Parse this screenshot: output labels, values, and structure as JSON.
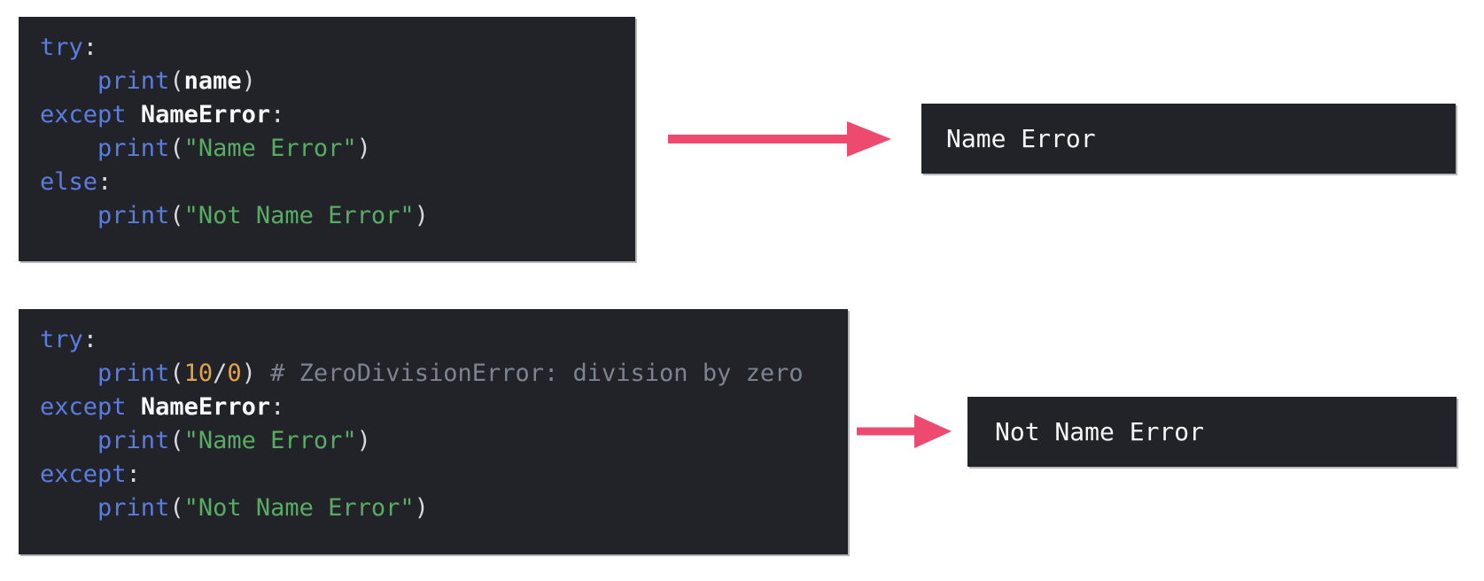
{
  "colors": {
    "page_bg": "#ffffff",
    "code_bg": "#212329",
    "keyword": "#5b7dde",
    "identifier": "#f8f8f8",
    "string": "#58ad63",
    "number": "#e3a348",
    "comment": "#7d8490",
    "punct": "#d6d9df",
    "arrow": "#ee4a70",
    "output_text": "#f6f7f9"
  },
  "examples": [
    {
      "name": "try-except-else",
      "code_lines": [
        [
          {
            "t": "try",
            "c": "kw"
          },
          {
            "t": ":",
            "c": "pun"
          }
        ],
        [
          {
            "t": "    ",
            "c": "ws"
          },
          {
            "t": "print",
            "c": "kw"
          },
          {
            "t": "(",
            "c": "pun"
          },
          {
            "t": "name",
            "c": "id"
          },
          {
            "t": ")",
            "c": "pun"
          }
        ],
        [
          {
            "t": "except",
            "c": "kw"
          },
          {
            "t": " ",
            "c": "ws"
          },
          {
            "t": "NameError",
            "c": "id"
          },
          {
            "t": ":",
            "c": "pun"
          }
        ],
        [
          {
            "t": "    ",
            "c": "ws"
          },
          {
            "t": "print",
            "c": "kw"
          },
          {
            "t": "(",
            "c": "pun"
          },
          {
            "t": "\"Name Error\"",
            "c": "str"
          },
          {
            "t": ")",
            "c": "pun"
          }
        ],
        [
          {
            "t": "else",
            "c": "kw"
          },
          {
            "t": ":",
            "c": "pun"
          }
        ],
        [
          {
            "t": "    ",
            "c": "ws"
          },
          {
            "t": "print",
            "c": "kw"
          },
          {
            "t": "(",
            "c": "pun"
          },
          {
            "t": "\"Not Name Error\"",
            "c": "str"
          },
          {
            "t": ")",
            "c": "pun"
          }
        ]
      ],
      "output": "Name Error"
    },
    {
      "name": "try-multiple-except",
      "code_lines": [
        [
          {
            "t": "try",
            "c": "kw"
          },
          {
            "t": ":",
            "c": "pun"
          }
        ],
        [
          {
            "t": "    ",
            "c": "ws"
          },
          {
            "t": "print",
            "c": "kw"
          },
          {
            "t": "(",
            "c": "pun"
          },
          {
            "t": "10",
            "c": "num"
          },
          {
            "t": "/",
            "c": "pun"
          },
          {
            "t": "0",
            "c": "num"
          },
          {
            "t": ")",
            "c": "pun"
          },
          {
            "t": " ",
            "c": "ws"
          },
          {
            "t": "# ZeroDivisionError: division by zero",
            "c": "com"
          }
        ],
        [
          {
            "t": "except",
            "c": "kw"
          },
          {
            "t": " ",
            "c": "ws"
          },
          {
            "t": "NameError",
            "c": "id"
          },
          {
            "t": ":",
            "c": "pun"
          }
        ],
        [
          {
            "t": "    ",
            "c": "ws"
          },
          {
            "t": "print",
            "c": "kw"
          },
          {
            "t": "(",
            "c": "pun"
          },
          {
            "t": "\"Name Error\"",
            "c": "str"
          },
          {
            "t": ")",
            "c": "pun"
          }
        ],
        [
          {
            "t": "except",
            "c": "kw"
          },
          {
            "t": ":",
            "c": "pun"
          }
        ],
        [
          {
            "t": "    ",
            "c": "ws"
          },
          {
            "t": "print",
            "c": "kw"
          },
          {
            "t": "(",
            "c": "pun"
          },
          {
            "t": "\"Not Name Error\"",
            "c": "str"
          },
          {
            "t": ")",
            "c": "pun"
          }
        ]
      ],
      "output": "Not Name Error"
    }
  ]
}
